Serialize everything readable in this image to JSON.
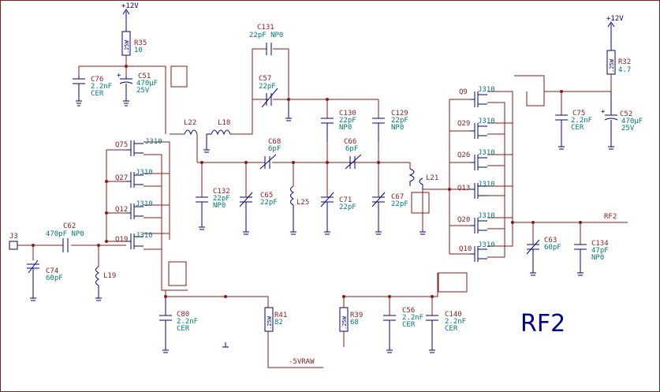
{
  "title": "RF2",
  "nets": {
    "vcc1": "+12V",
    "vcc2": "+12V",
    "vneg": "-5VRAW",
    "out": "RF2",
    "jack": "J3"
  },
  "transistor_type": "J310",
  "transistors": [
    "Q75",
    "Q27",
    "Q12",
    "Q19",
    "Q9",
    "Q29",
    "Q26",
    "Q13",
    "Q20",
    "Q10"
  ],
  "components": [
    {
      "ref": "R35",
      "value": "10",
      "body": ".25W",
      "kind": "resistor"
    },
    {
      "ref": "C76",
      "value": "2.2nF",
      "value2": "CER",
      "kind": "cap"
    },
    {
      "ref": "C51",
      "value": "470µF",
      "value2": "25V",
      "kind": "ecap"
    },
    {
      "ref": "C131",
      "value": "22pF NP0",
      "kind": "cap"
    },
    {
      "ref": "C57",
      "value": "22pF",
      "kind": "trim"
    },
    {
      "ref": "L22",
      "kind": "ind"
    },
    {
      "ref": "L18",
      "kind": "ind"
    },
    {
      "ref": "C68",
      "value": "6pF",
      "kind": "cap"
    },
    {
      "ref": "C130",
      "value": "22pF",
      "value2": "NP0",
      "kind": "cap"
    },
    {
      "ref": "C129",
      "value": "22pF",
      "value2": "NP0",
      "kind": "cap"
    },
    {
      "ref": "C66",
      "value": "6pF",
      "kind": "trim"
    },
    {
      "ref": "C132",
      "value": "22pF",
      "value2": "NP0",
      "kind": "cap"
    },
    {
      "ref": "C65",
      "value": "22pF",
      "kind": "trim"
    },
    {
      "ref": "L25",
      "kind": "ind"
    },
    {
      "ref": "C71",
      "value": "22pF",
      "kind": "trim"
    },
    {
      "ref": "C67",
      "value": "22pF",
      "kind": "trim"
    },
    {
      "ref": "L21",
      "kind": "ind"
    },
    {
      "ref": "C62",
      "value": "470pF NP0",
      "kind": "cap"
    },
    {
      "ref": "C74",
      "value": "60pF",
      "kind": "trim"
    },
    {
      "ref": "L19",
      "kind": "ind"
    },
    {
      "ref": "C80",
      "value": "2.2nF",
      "value2": "CER",
      "kind": "cap"
    },
    {
      "ref": "R41",
      "value": "82",
      "body": ".25W",
      "kind": "resistor"
    },
    {
      "ref": "R39",
      "value": "68",
      "body": ".25W",
      "kind": "resistor"
    },
    {
      "ref": "C56",
      "value": "2.2nF",
      "value2": "CER",
      "kind": "cap"
    },
    {
      "ref": "C140",
      "value": "2.2nF",
      "value2": "CER",
      "kind": "cap"
    },
    {
      "ref": "R32",
      "value": "4.7",
      "body": ".25W",
      "kind": "resistor"
    },
    {
      "ref": "C75",
      "value": "2.2nF",
      "value2": "CER",
      "kind": "cap"
    },
    {
      "ref": "C52",
      "value": "470µF",
      "value2": "25V",
      "kind": "ecap"
    },
    {
      "ref": "C63",
      "value": "60pF",
      "kind": "trim"
    },
    {
      "ref": "C134",
      "value": "47pF",
      "value2": "NP0",
      "kind": "cap"
    }
  ],
  "colors": {
    "wire": "#8b1a1a",
    "component": "#00008b",
    "value": "#007a7a"
  }
}
